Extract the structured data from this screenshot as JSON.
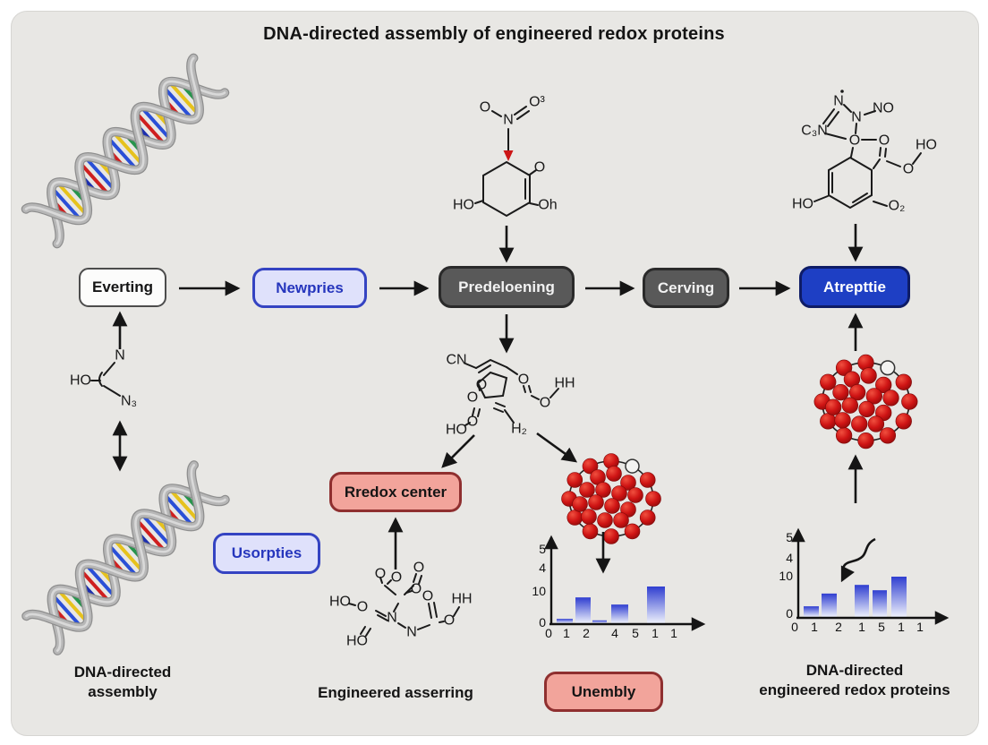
{
  "title": "DNA-directed assembly of engineered redox proteins",
  "flow_boxes": [
    {
      "label": "Everting",
      "style": "plain"
    },
    {
      "label": "Newpries",
      "style": "lavender"
    },
    {
      "label": "Predeloening",
      "style": "dark"
    },
    {
      "label": "Cerving",
      "style": "dark"
    },
    {
      "label": "Atrepttie",
      "style": "blue"
    }
  ],
  "labels": {
    "redox_center": "Rredox center",
    "usorpties": "Usorpties",
    "unembly": "Unembly",
    "caption_left_line1": "DNA-directed",
    "caption_left_line2": "assembly",
    "caption_middle": "Engineered asserring",
    "caption_right_line1": "DNA-directed",
    "caption_right_line2": "engineered redox proteins"
  },
  "chem": {
    "top_center": {
      "labels": [
        "O",
        "N",
        "O³",
        "HO",
        "O",
        "Oh"
      ]
    },
    "top_right": {
      "labels": [
        "N",
        "NO",
        "C₃N",
        "N",
        "O",
        "O",
        "HO",
        "O",
        "HO",
        "O₂"
      ]
    },
    "middle": {
      "labels": [
        "CN",
        "O",
        "O",
        "O",
        "HO",
        "O",
        "HH",
        "O",
        "H₂"
      ]
    },
    "bottom_middle": {
      "labels": [
        "O",
        "O",
        "O",
        "O",
        "HO",
        "O",
        "N",
        "N",
        "O",
        "HH",
        "O",
        "HO"
      ]
    },
    "left_small": {
      "labels": [
        "N",
        "HO",
        "N₃"
      ]
    }
  },
  "chart_data": [
    {
      "id": "left_chart",
      "type": "bar",
      "y_tick_labels": [
        "5",
        "4",
        "10",
        "0"
      ],
      "x_tick_labels": [
        "0",
        "1",
        "2",
        "4",
        "5",
        "1",
        "1"
      ],
      "bar_values_rel": [
        0.14,
        0.71,
        0.1,
        0.52,
        1.0
      ],
      "bar_color": "#2f3ed0",
      "grid": false,
      "legend": false
    },
    {
      "id": "right_chart",
      "type": "bar",
      "y_tick_labels": [
        "5",
        "4",
        "10",
        "0"
      ],
      "x_tick_labels": [
        "0",
        "1",
        "2",
        "1",
        "5",
        "1",
        "1"
      ],
      "bar_values_rel": [
        0.28,
        0.59,
        0.8,
        0.67,
        1.0
      ],
      "bar_color": "#2f3ed0",
      "grid": false,
      "legend": false,
      "annotation": "curved arrow pointing at bars"
    }
  ],
  "colors": {
    "panel_bg": "#e8e7e4",
    "accent_blue": "#1e3fc4",
    "accent_lavender": "#dfe1fb",
    "accent_salmon": "#f2a49b",
    "protein_red": "#c21111",
    "arrow_black": "#151515",
    "nitro_arrow_red": "#cc1616"
  }
}
